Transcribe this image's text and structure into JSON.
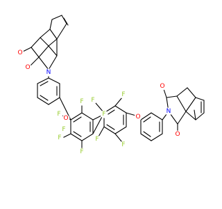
{
  "colors": {
    "bond": "#000000",
    "fluorine": "#9ACD32",
    "oxygen": "#FF0000",
    "nitrogen": "#0000FF"
  },
  "atoms": [
    {
      "id": "left-imide-o-upper",
      "label": "O",
      "element": "oxygen"
    },
    {
      "id": "left-imide-o-lower",
      "label": "O",
      "element": "oxygen"
    },
    {
      "id": "left-imide-n",
      "label": "N",
      "element": "nitrogen"
    },
    {
      "id": "bp-a-f-1",
      "label": "F",
      "element": "fluorine"
    },
    {
      "id": "bp-a-f-2",
      "label": "F",
      "element": "fluorine"
    },
    {
      "id": "bp-a-f-3",
      "label": "F",
      "element": "fluorine"
    },
    {
      "id": "bp-a-f-4",
      "label": "F",
      "element": "fluorine"
    },
    {
      "id": "bp-a-f-5",
      "label": "F",
      "element": "fluorine"
    },
    {
      "id": "bp-a-f-6",
      "label": "F",
      "element": "fluorine"
    },
    {
      "id": "ether-o-left",
      "label": "O",
      "element": "oxygen"
    },
    {
      "id": "bp-b-f-1",
      "label": "F",
      "element": "fluorine"
    },
    {
      "id": "bp-b-f-2",
      "label": "F",
      "element": "fluorine"
    },
    {
      "id": "bp-b-f-3",
      "label": "F",
      "element": "fluorine"
    },
    {
      "id": "bp-b-f-4",
      "label": "F",
      "element": "fluorine"
    },
    {
      "id": "ether-o-right",
      "label": "O",
      "element": "oxygen"
    },
    {
      "id": "right-imide-o-upper",
      "label": "O",
      "element": "oxygen"
    },
    {
      "id": "right-imide-o-lower",
      "label": "O",
      "element": "oxygen"
    },
    {
      "id": "right-imide-n",
      "label": "N",
      "element": "nitrogen"
    }
  ]
}
